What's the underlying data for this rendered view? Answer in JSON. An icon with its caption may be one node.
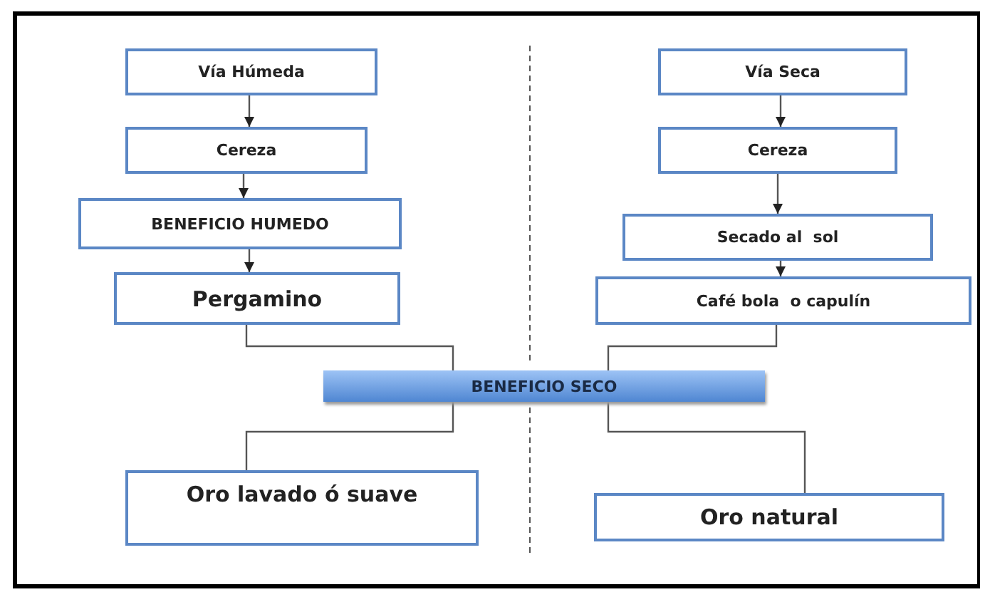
{
  "diagram": {
    "nodes": [
      {
        "text": [
          "Vía Húmeda"
        ]
      },
      {
        "text": [
          "Cereza"
        ]
      },
      {
        "text": [
          "BENEFICIO HUMEDO"
        ]
      },
      {
        "text": [
          "Pergamino"
        ]
      },
      {
        "text": [
          "Vía Seca"
        ]
      },
      {
        "text": [
          "Cereza"
        ]
      },
      {
        "text": [
          "Secado al  sol"
        ]
      },
      {
        "text": [
          "Café bola  o capulín"
        ]
      },
      {
        "text": [
          "BENEFICIO SECO"
        ]
      },
      {
        "text": [
          "Oro lavado ó suave"
        ]
      },
      {
        "text": [
          "Oro natural"
        ]
      }
    ],
    "edges": [
      {
        "from": 0,
        "to": 1,
        "arrow": "to"
      },
      {
        "from": 1,
        "to": 2,
        "arrow": "to"
      },
      {
        "from": 2,
        "to": 3,
        "arrow": "to"
      },
      {
        "from": 4,
        "to": 5,
        "arrow": "to"
      },
      {
        "from": 5,
        "to": 6,
        "arrow": "to"
      },
      {
        "from": 6,
        "to": 7,
        "arrow": "to"
      },
      {
        "from": 3,
        "to": 8,
        "arrow": "none"
      },
      {
        "from": 7,
        "to": 8,
        "arrow": "none"
      },
      {
        "from": 8,
        "to": 9,
        "arrow": "none"
      },
      {
        "from": 8,
        "to": 10,
        "arrow": "none"
      }
    ]
  }
}
